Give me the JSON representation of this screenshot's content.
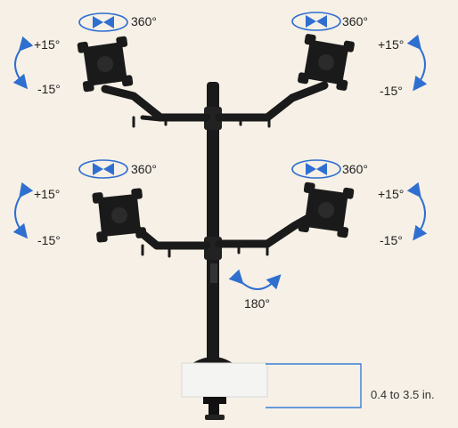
{
  "labels": {
    "rotation": "360°",
    "tilt_up": "+15°",
    "tilt_down": "-15°",
    "swivel": "180°",
    "clamp_range": "0.4 to 3.5 in."
  },
  "colors": {
    "background": "#f6f0e6",
    "accent_blue": "#2f6fd0",
    "arm_black": "#1a1a1a",
    "clamp_white": "#f4f4f2",
    "dimension_line": "#3a7fd5"
  }
}
